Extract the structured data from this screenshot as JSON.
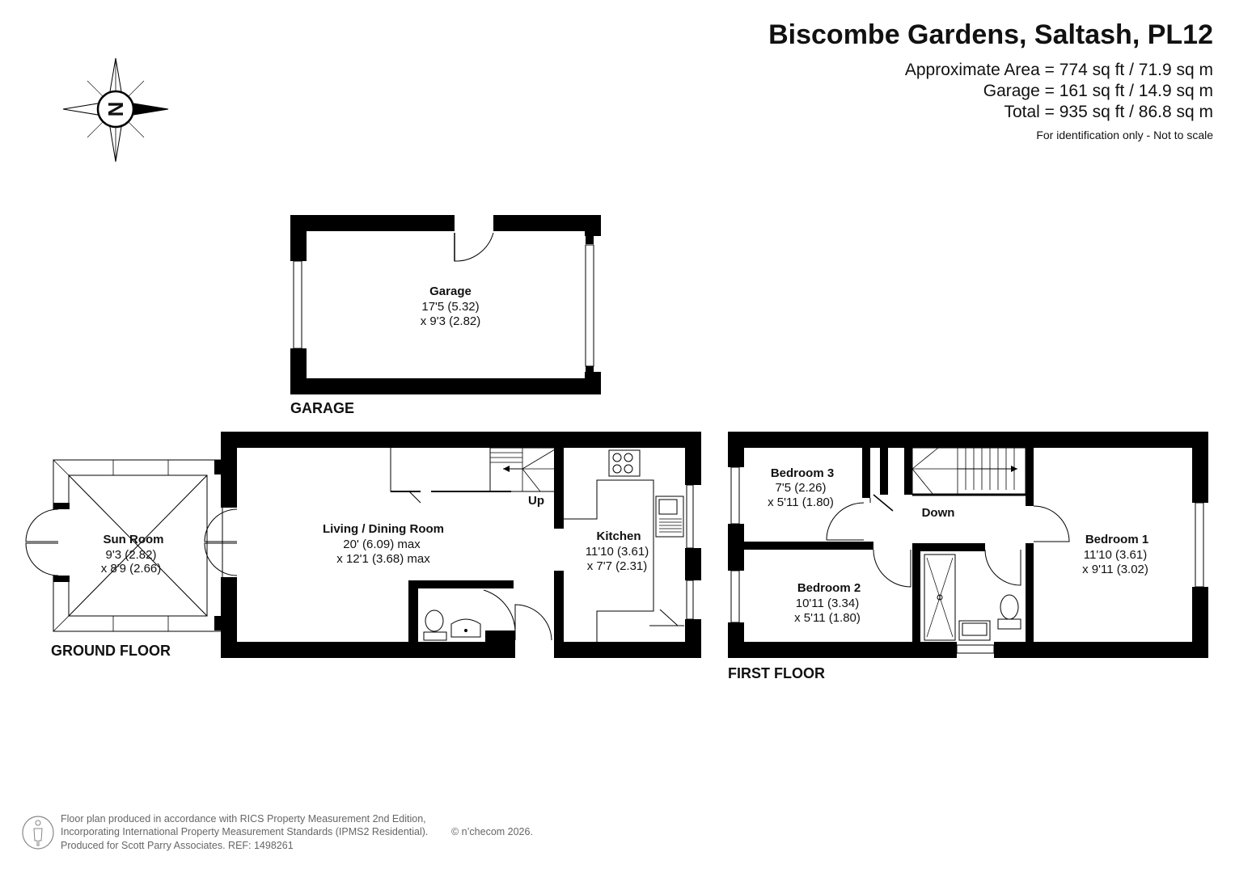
{
  "header": {
    "title": "Biscombe Gardens, Saltash, PL12",
    "areas": [
      "Approximate Area = 774 sq ft / 71.9 sq m",
      "Garage = 161 sq ft / 14.9 sq m",
      "Total = 935 sq ft / 86.8 sq m"
    ],
    "disclaimer": "For identification only - Not to scale"
  },
  "compass": {
    "letter": "N"
  },
  "floors": {
    "garage": "GARAGE",
    "ground": "GROUND FLOOR",
    "first": "FIRST FLOOR"
  },
  "rooms": {
    "garage": {
      "name": "Garage",
      "dims": [
        "17'5 (5.32)",
        "x 9'3 (2.82)"
      ]
    },
    "sun_room": {
      "name": "Sun Room",
      "dims": [
        "9'3 (2.82)",
        "x 8'9 (2.66)"
      ]
    },
    "living": {
      "name": "Living / Dining Room",
      "dims": [
        "20' (6.09) max",
        "x 12'1 (3.68) max"
      ]
    },
    "kitchen": {
      "name": "Kitchen",
      "dims": [
        "11'10 (3.61)",
        "x 7'7 (2.31)"
      ]
    },
    "bedroom3": {
      "name": "Bedroom 3",
      "dims": [
        "7'5 (2.26)",
        "x 5'11 (1.80)"
      ]
    },
    "bedroom2": {
      "name": "Bedroom 2",
      "dims": [
        "10'11 (3.34)",
        "x 5'11 (1.80)"
      ]
    },
    "bedroom1": {
      "name": "Bedroom 1",
      "dims": [
        "11'10 (3.61)",
        "x 9'11 (3.02)"
      ]
    }
  },
  "stairs": {
    "up": "Up",
    "down": "Down"
  },
  "footer": {
    "lines": [
      "Floor plan produced in accordance with RICS Property Measurement 2nd Edition,",
      "Incorporating International Property Measurement Standards (IPMS2 Residential).",
      "Produced for Scott Parry Associates.   REF: 1498261"
    ],
    "copyright": "© n’checom 2026."
  },
  "icons": [
    "compass-rose-icon",
    "person-icon"
  ]
}
